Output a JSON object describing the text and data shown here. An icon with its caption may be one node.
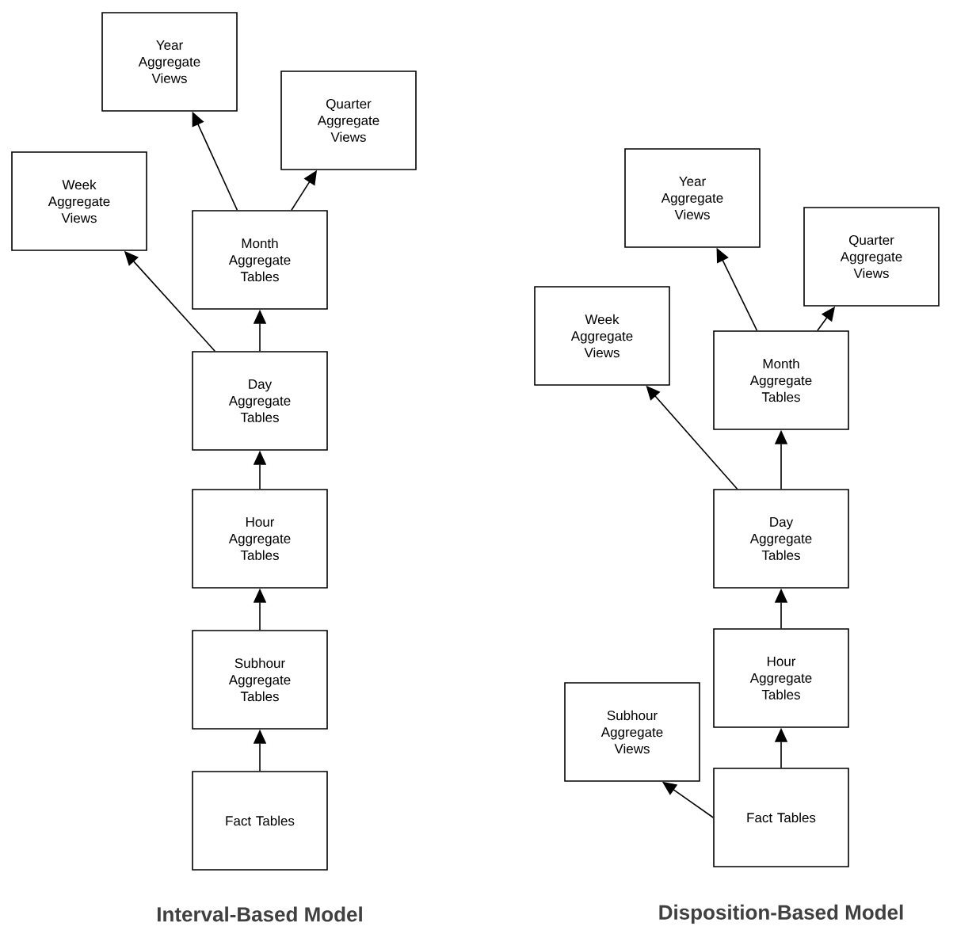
{
  "diagram": {
    "nodes": [
      {
        "text": [
          "Year Aggregate Views"
        ]
      },
      {
        "text": [
          "Quarter Aggregate Views"
        ]
      },
      {
        "text": [
          "Week Aggregate Views"
        ]
      },
      {
        "text": [
          "Month Aggregate Tables"
        ]
      },
      {
        "text": [
          "Day Aggregate Tables"
        ]
      },
      {
        "text": [
          "Hour Aggregate Tables"
        ]
      },
      {
        "text": [
          "Subhour Aggregate Tables"
        ]
      },
      {
        "text": [
          "Fact Tables"
        ]
      },
      {
        "text": [
          "Year Aggregate Views"
        ]
      },
      {
        "text": [
          "Quarter Aggregate Views"
        ]
      },
      {
        "text": [
          "Week Aggregate Views"
        ]
      },
      {
        "text": [
          "Month Aggregate Tables"
        ]
      },
      {
        "text": [
          "Day Aggregate Tables"
        ]
      },
      {
        "text": [
          "Hour Aggregate Tables"
        ]
      },
      {
        "text": [
          "Subhour Aggregate Views"
        ]
      },
      {
        "text": [
          "Fact Tables"
        ]
      }
    ],
    "edges": [
      {
        "from": 7,
        "to": 6,
        "arrow": "to"
      },
      {
        "from": 6,
        "to": 5,
        "arrow": "to"
      },
      {
        "from": 5,
        "to": 4,
        "arrow": "to"
      },
      {
        "from": 4,
        "to": 3,
        "arrow": "to"
      },
      {
        "from": 3,
        "to": 0,
        "arrow": "to"
      },
      {
        "from": 3,
        "to": 1,
        "arrow": "to"
      },
      {
        "from": 4,
        "to": 2,
        "arrow": "to"
      },
      {
        "from": 15,
        "to": 13,
        "arrow": "to"
      },
      {
        "from": 13,
        "to": 12,
        "arrow": "to"
      },
      {
        "from": 12,
        "to": 11,
        "arrow": "to"
      },
      {
        "from": 11,
        "to": 8,
        "arrow": "to"
      },
      {
        "from": 11,
        "to": 9,
        "arrow": "to"
      },
      {
        "from": 12,
        "to": 10,
        "arrow": "to"
      },
      {
        "from": 15,
        "to": 14,
        "arrow": "to"
      }
    ],
    "labels": [
      "Interval-Based Model",
      "Disposition-Based Model"
    ]
  }
}
